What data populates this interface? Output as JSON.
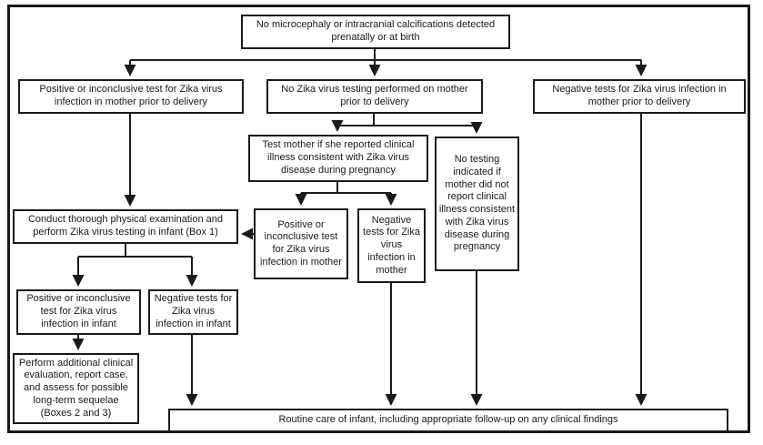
{
  "diagram": {
    "type": "flowchart",
    "subject": "Zika virus testing decision tree for infants without microcephaly or intracranial calcifications",
    "colors": {
      "line": "#1a1a1a",
      "box_border": "#1a1a1a",
      "box_fill": "#ffffff",
      "background": "#ffffff"
    },
    "nodes": {
      "no_microcephaly": "No microcephaly or intracranial calcifications detected prenatally or at birth",
      "positive_mother_predelivery": "Positive or inconclusive test for Zika virus infection in mother prior to delivery",
      "no_testing_performed": "No Zika virus testing performed on mother prior to delivery",
      "negative_mother_predelivery": "Negative tests for Zika virus infection in mother prior to delivery",
      "test_mother_if_illness": "Test mother if she reported clinical illness consistent with Zika virus disease during pregnancy",
      "no_testing_indicated": "No testing indicated if mother did not report clinical illness consistent with Zika virus disease during pregnancy",
      "conduct_exam_infant": "Conduct thorough physical examination and perform Zika virus testing in infant (Box 1)",
      "positive_mother": "Positive or inconclusive test for Zika virus infection in mother",
      "negative_mother": "Negative tests for Zika virus infection in mother",
      "positive_infant": "Positive or inconclusive test for Zika virus infection in infant",
      "negative_infant": "Negative tests for Zika virus infection in infant",
      "perform_additional": "Perform additional clinical evaluation, report case, and assess for possible long-term sequelae (Boxes 2 and 3)",
      "routine_care": "Routine care of infant, including appropriate follow-up on any clinical findings"
    },
    "edges": [
      {
        "from": "no_microcephaly",
        "to": "positive_mother_predelivery"
      },
      {
        "from": "no_microcephaly",
        "to": "no_testing_performed"
      },
      {
        "from": "no_microcephaly",
        "to": "negative_mother_predelivery"
      },
      {
        "from": "no_testing_performed",
        "to": "test_mother_if_illness"
      },
      {
        "from": "no_testing_performed",
        "to": "no_testing_indicated"
      },
      {
        "from": "positive_mother_predelivery",
        "to": "conduct_exam_infant"
      },
      {
        "from": "test_mother_if_illness",
        "to": "positive_mother"
      },
      {
        "from": "test_mother_if_illness",
        "to": "negative_mother"
      },
      {
        "from": "positive_mother",
        "to": "conduct_exam_infant"
      },
      {
        "from": "conduct_exam_infant",
        "to": "positive_infant"
      },
      {
        "from": "conduct_exam_infant",
        "to": "negative_infant"
      },
      {
        "from": "positive_infant",
        "to": "perform_additional"
      },
      {
        "from": "negative_infant",
        "to": "routine_care"
      },
      {
        "from": "negative_mother",
        "to": "routine_care"
      },
      {
        "from": "no_testing_indicated",
        "to": "routine_care"
      },
      {
        "from": "negative_mother_predelivery",
        "to": "routine_care"
      }
    ]
  }
}
